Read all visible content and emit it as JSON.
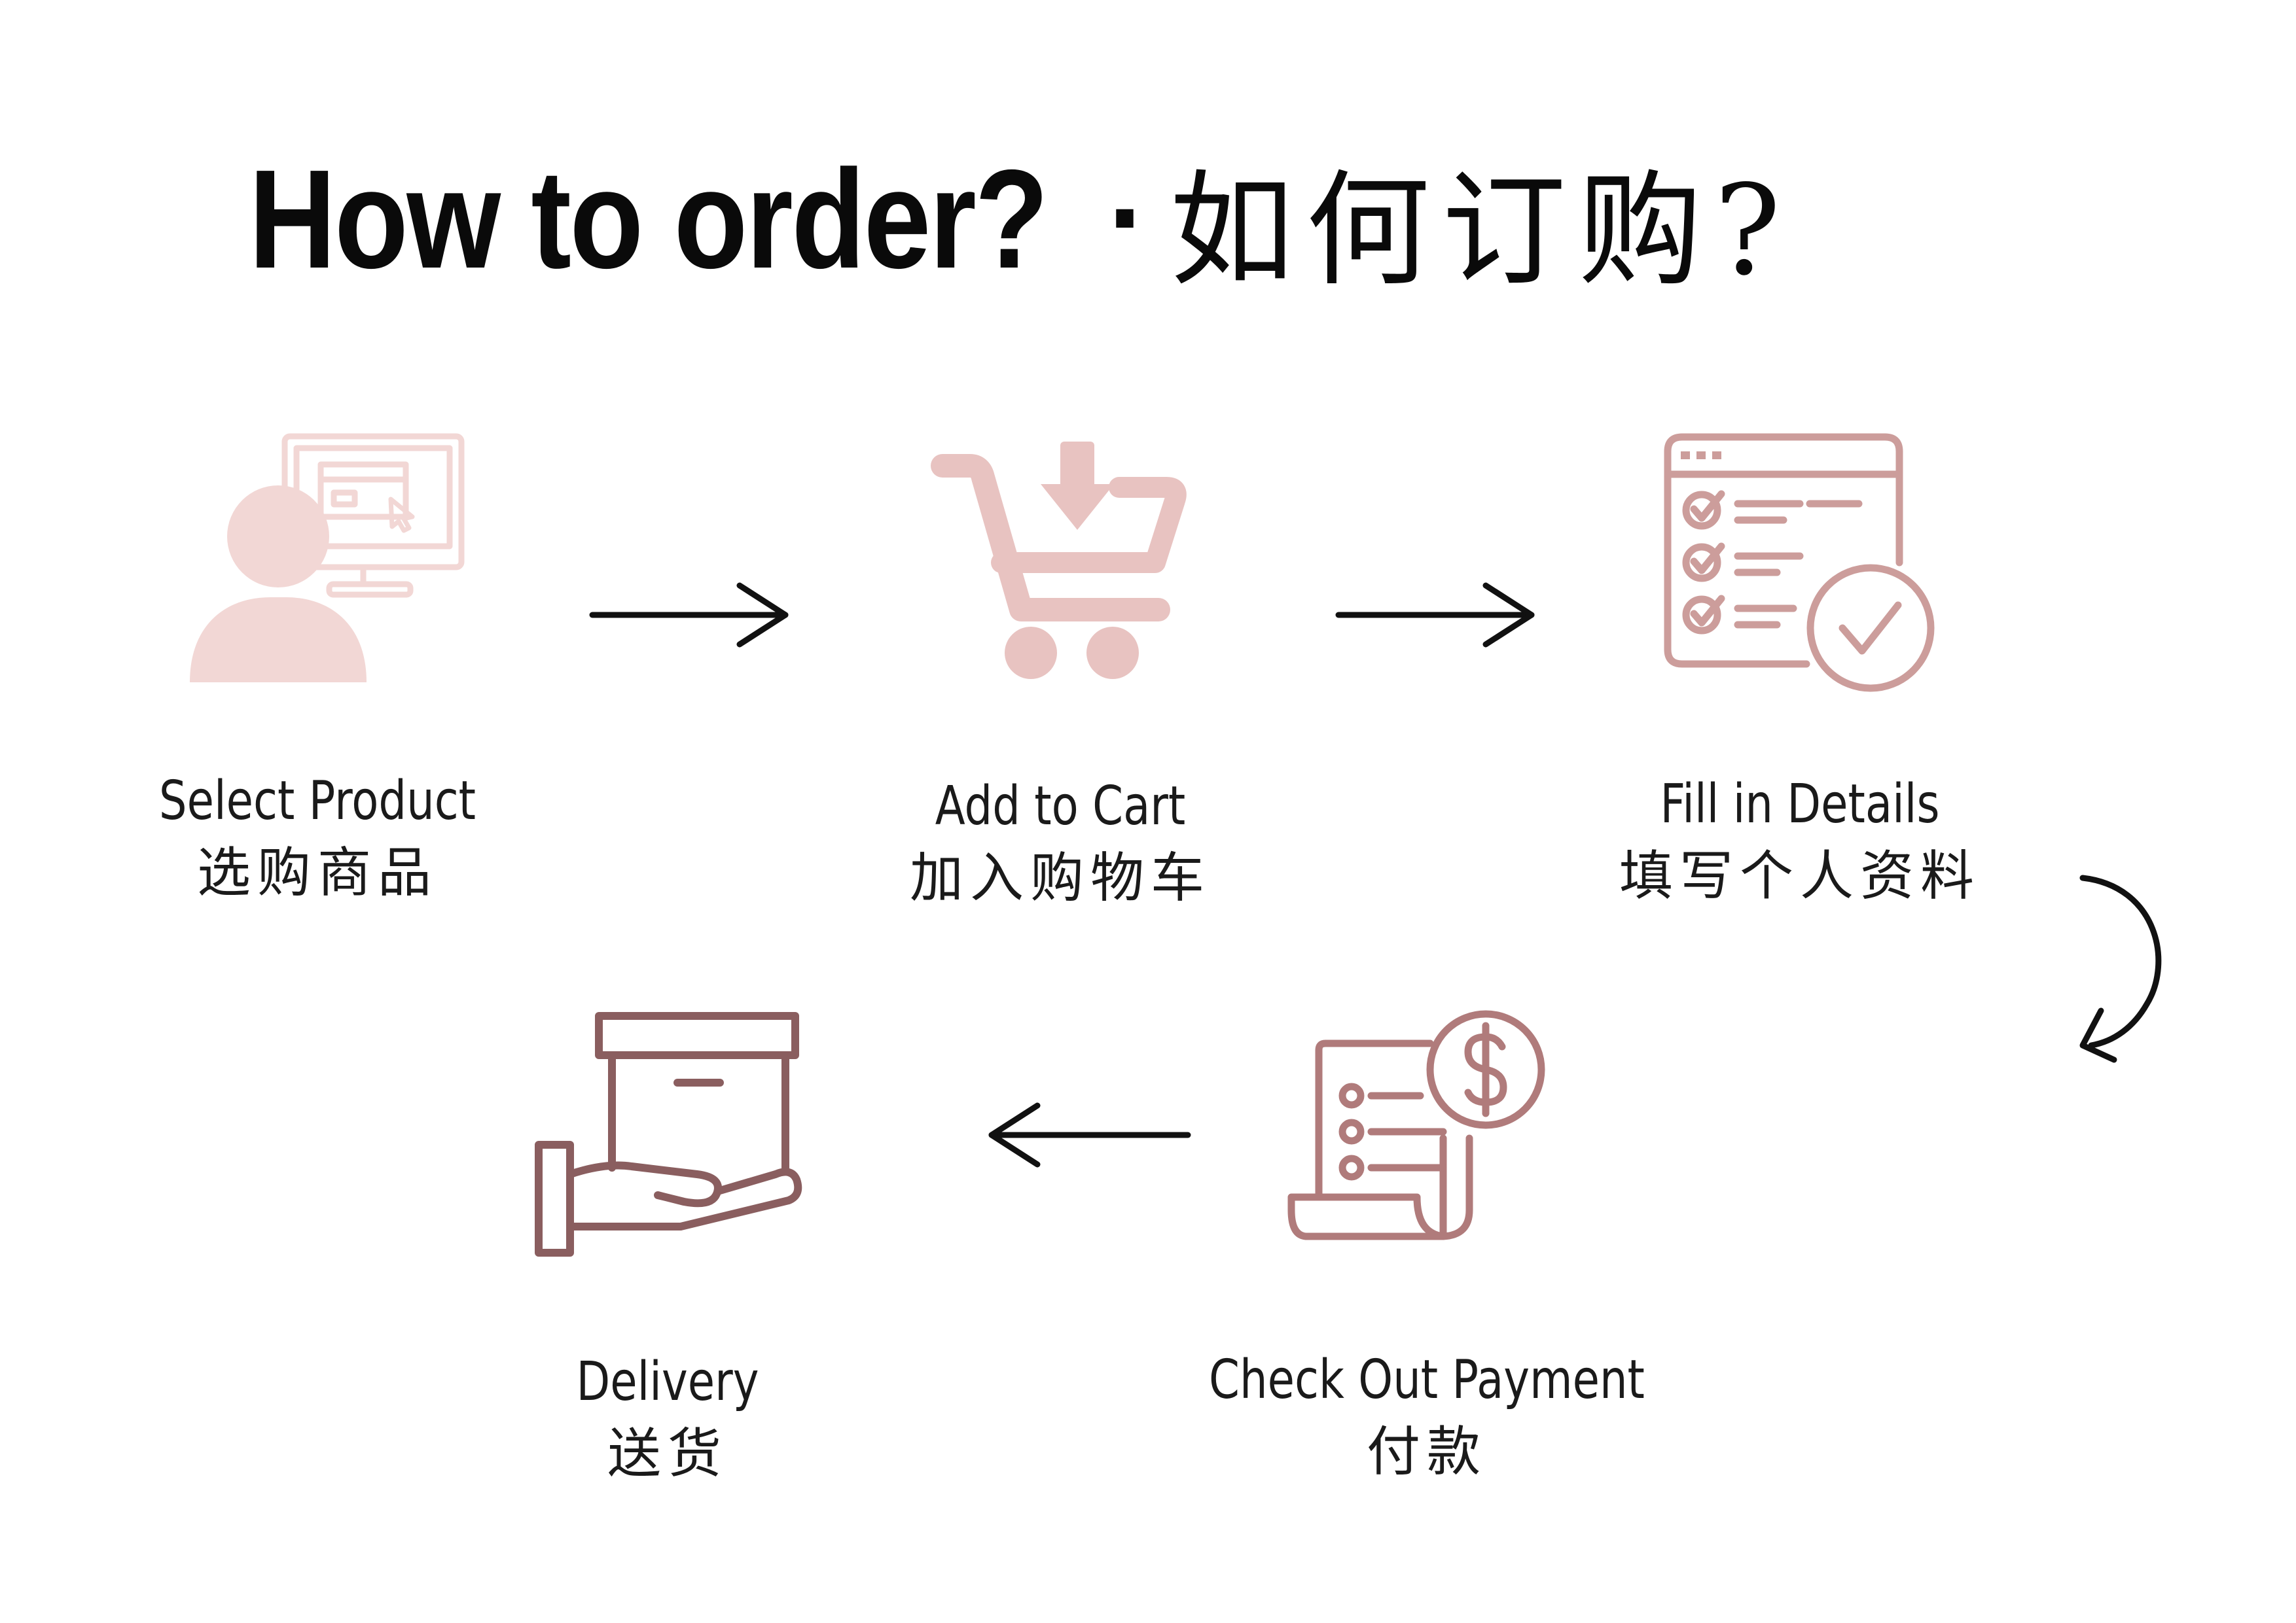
{
  "title": {
    "en": "How to order?",
    "separator": "·",
    "zh": "如何订购?"
  },
  "colors": {
    "step1": "#f2d7d5",
    "step2": "#e8c3c1",
    "step3": "#cc9d9b",
    "step4": "#b07b7b",
    "step5": "#8a5e5f",
    "arrow": "#111111"
  },
  "steps": [
    {
      "icon": "person-computer-icon",
      "en": "Select Product",
      "zh": "选购商品"
    },
    {
      "icon": "shopping-cart-icon",
      "en": "Add to Cart",
      "zh": "加入购物车"
    },
    {
      "icon": "form-checklist-icon",
      "en": "Fill in Details",
      "zh": "填写个人资料"
    },
    {
      "icon": "receipt-payment-icon",
      "en": "Check Out Payment",
      "zh": "付款"
    },
    {
      "icon": "delivery-box-icon",
      "en": "Delivery",
      "zh": "送货"
    }
  ]
}
